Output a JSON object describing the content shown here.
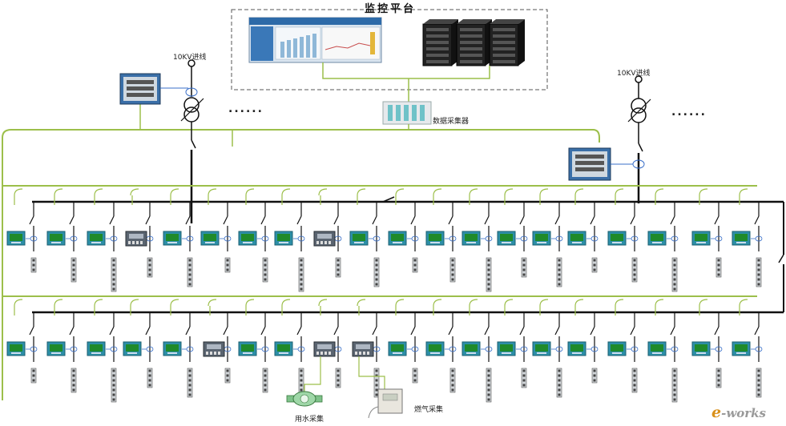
{
  "labels": {
    "platform_title": "监控平台",
    "incoming_left": "10KV进线",
    "incoming_right": "10KV进线",
    "data_collector": "数据采集器",
    "water_collection": "用水采集",
    "gas_collection": "燃气采集",
    "ellipsis_left": "......",
    "ellipsis_right": "......"
  },
  "watermark": {
    "e": "e",
    "rest": "-works"
  },
  "colors": {
    "bus_line": "#111111",
    "comm_line": "#9cbf4a",
    "meter_body": "#2d8fa8",
    "meter_screen": "#1f8a2a",
    "platform_border": "#555555",
    "server_body": "#222222"
  },
  "icons": {
    "transformer": "transformer-icon",
    "breaker": "breaker-icon",
    "meter": "power-meter-icon",
    "gateway": "gateway-icon",
    "server": "server-icon",
    "monitor": "monitor-screen-icon",
    "water_meter": "water-meter-icon",
    "gas_meter": "gas-meter-icon"
  }
}
